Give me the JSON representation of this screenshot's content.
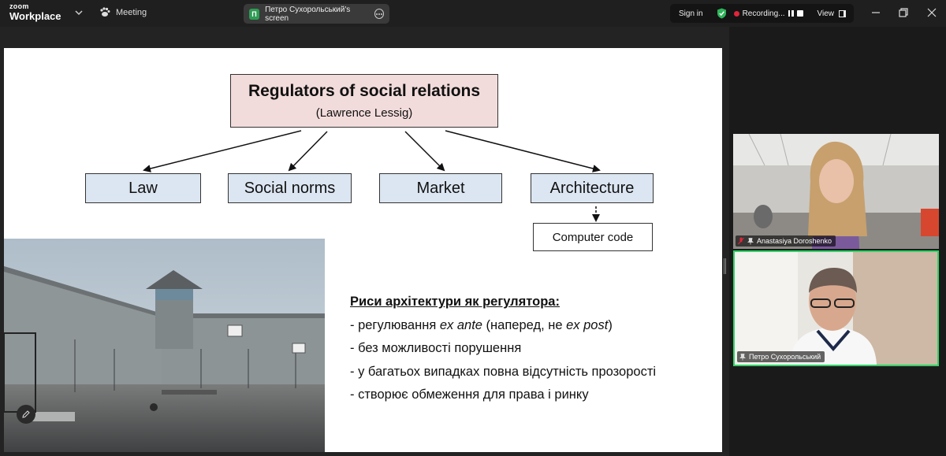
{
  "app": {
    "logo_line1": "zoom",
    "logo_line2": "Workplace"
  },
  "header": {
    "meeting_label": "Meeting",
    "share_badge": "П",
    "share_label": "Петро Сухорольський's screen",
    "signin_label": "Sign in",
    "recording_label": "Recording...",
    "view_label": "View"
  },
  "slide": {
    "title": "Regulators of social relations",
    "subtitle": "(Lawrence Lessig)",
    "categories": [
      "Law",
      "Social norms",
      "Market",
      "Architecture"
    ],
    "sub_item": "Computer code",
    "features_heading": "Риси архітектури як регулятора:",
    "features": [
      {
        "pre": "- регулювання ",
        "em1": "ex ante",
        "mid": " (наперед, не ",
        "em2": "ex post",
        "post": ")"
      },
      {
        "pre": "- без можливості порушення"
      },
      {
        "pre": "- у багатьох випадках повна відсутність прозорості"
      },
      {
        "pre": "- створює обмеження для права і ринку"
      }
    ]
  },
  "participants": [
    {
      "name": "Anastasiya Doroshenko",
      "muted": true
    },
    {
      "name": "Петро Сухорольський",
      "muted": false,
      "active": true
    }
  ],
  "colors": {
    "title_box": "#f2dcdb",
    "category_box": "#dce6f2",
    "active_speaker_border": "#2fd466",
    "recording_dot": "#e0263a",
    "shield": "#2fb55a"
  }
}
